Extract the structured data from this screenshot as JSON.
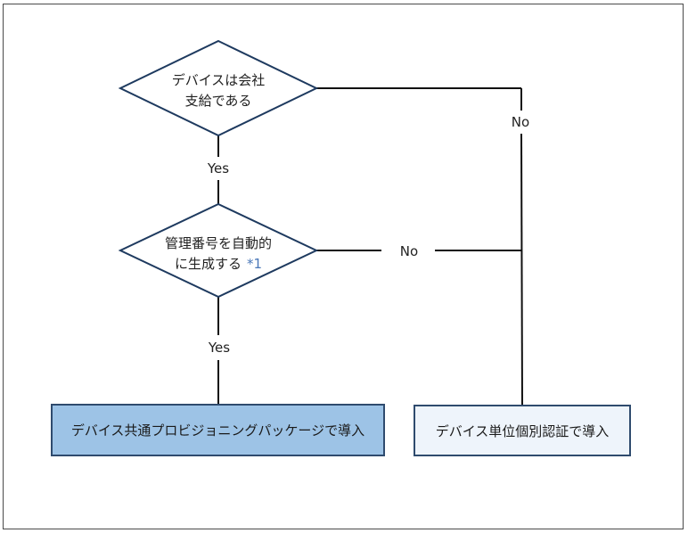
{
  "decision1": {
    "line1": "デバイスは会社",
    "line2": "支給である"
  },
  "decision2": {
    "line1": "管理番号を自動的",
    "line2": "に生成する",
    "note": "*1"
  },
  "labels": {
    "yes1": "Yes",
    "no1": "No",
    "yes2": "Yes",
    "no2": "No"
  },
  "outcome_left": {
    "text": "デバイス共通プロビジョニングパッケージで導入"
  },
  "outcome_right": {
    "text": "デバイス単位個別認証で導入"
  },
  "colors": {
    "left_box_fill": "#9dc3e6",
    "right_box_fill": "#eef4fb",
    "stroke": "#1e3a5f",
    "note": "#4a78b8"
  }
}
